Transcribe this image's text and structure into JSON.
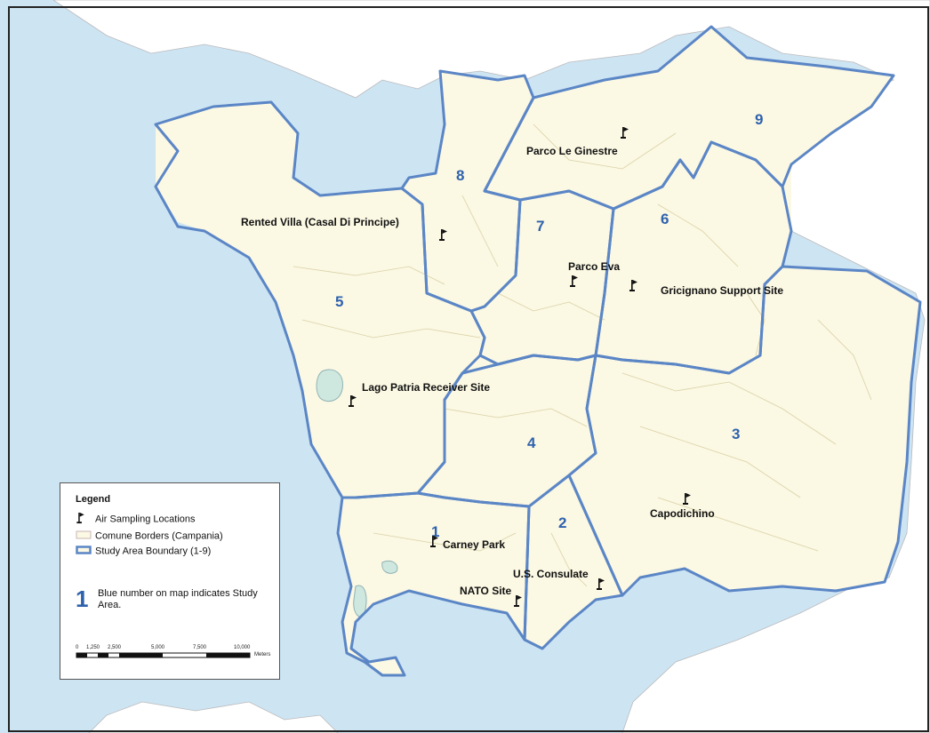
{
  "legend": {
    "title": "Legend",
    "air_sampling": "Air Sampling Locations",
    "comune_borders": "Comune Borders (Campania)",
    "study_boundary": "Study Area Boundary (1-9)",
    "number_sample": "1",
    "number_note": "Blue number on map indicates Study Area.",
    "scale_ticks": [
      "0",
      "1,250",
      "2,500",
      "5,000",
      "7,500",
      "10,000"
    ],
    "scale_unit": "Meters"
  },
  "sites": {
    "parco_le_ginestre": "Parco Le Ginestre",
    "rented_villa": "Rented Villa (Casal Di Principe)",
    "parco_eva": "Parco Eva",
    "gricignano": "Gricignano Support Site",
    "lago_patria": "Lago Patria Receiver Site",
    "capodichino": "Capodichino",
    "carney_park": "Carney Park",
    "us_consulate": "U.S. Consulate",
    "nato_site": "NATO Site"
  },
  "areas": {
    "a1": "1",
    "a2": "2",
    "a3": "3",
    "a4": "4",
    "a5": "5",
    "a6": "6",
    "a7": "7",
    "a8": "8",
    "a9": "9"
  },
  "colors": {
    "sea": "#cde4f3",
    "land": "#fbf8e3",
    "boundary": "#5b86c6",
    "number": "#2f62ad"
  }
}
